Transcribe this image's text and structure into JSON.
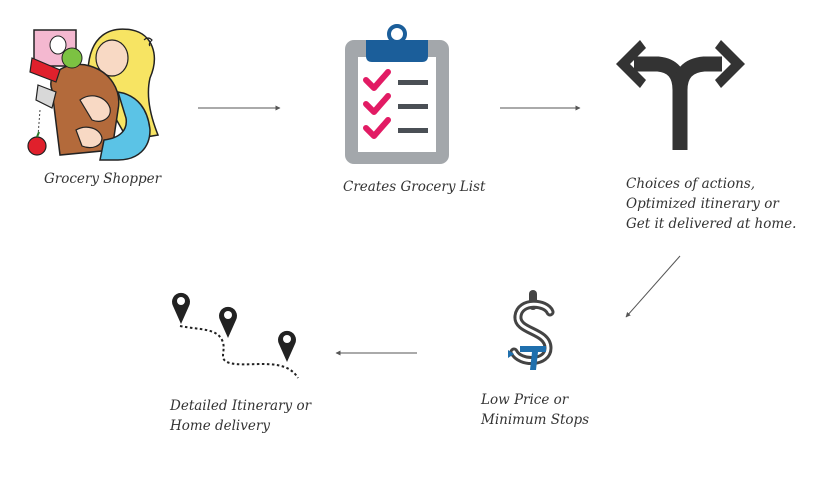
{
  "diagram": {
    "nodes": [
      {
        "id": "shopper",
        "label_lines": [
          "Grocery Shopper"
        ],
        "icon": "grocery-shopper-clipart"
      },
      {
        "id": "list",
        "label_lines": [
          "Creates Grocery List"
        ],
        "icon": "clipboard-checklist-icon"
      },
      {
        "id": "choices",
        "label_lines": [
          "Choices of actions,",
          "Optimized itinerary or",
          "Get it delivered at home."
        ],
        "icon": "split-arrows-icon"
      },
      {
        "id": "price",
        "label_lines": [
          "Low Price  or",
          "Minimum Stops"
        ],
        "icon": "dollar-sign-icon"
      },
      {
        "id": "itinerary",
        "label_lines": [
          "Detailed Itinerary or",
          "Home delivery"
        ],
        "icon": "map-route-pins-icon"
      }
    ],
    "edges": [
      {
        "from": "shopper",
        "to": "list"
      },
      {
        "from": "list",
        "to": "choices"
      },
      {
        "from": "choices",
        "to": "price"
      },
      {
        "from": "price",
        "to": "itinerary"
      }
    ],
    "colors": {
      "clipboard_gray": "#a3a7ab",
      "clipboard_blue": "#1b5e9a",
      "check_pink": "#e21b64",
      "arrow_dark": "#333333",
      "dollar_blue": "#1f6fad"
    }
  }
}
